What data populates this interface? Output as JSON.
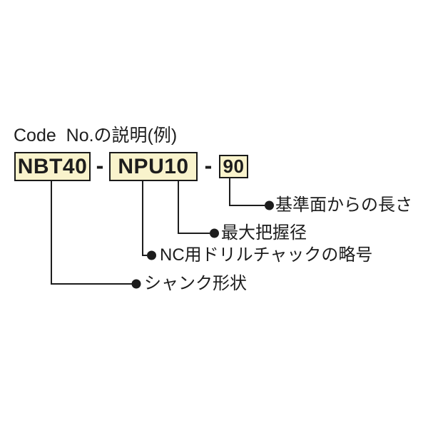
{
  "title": "Code  No.の説明(例)",
  "code": {
    "separator": "-",
    "segments": [
      {
        "name": "shank-code",
        "text": "NBT40"
      },
      {
        "name": "chuck-code",
        "text": "NPU10"
      },
      {
        "name": "length-code",
        "text": "90"
      }
    ]
  },
  "callouts": [
    {
      "label": "基準面からの長さ"
    },
    {
      "label": "最大把握径"
    },
    {
      "label": "NC用ドリルチャックの略号"
    },
    {
      "label": "シャンク形状"
    }
  ],
  "icons": {
    "bullet": "●"
  },
  "colors": {
    "box_fill": "#f9f3cc",
    "box_border": "#1a1a1a",
    "line": "#1d1d1d",
    "text": "#1d1d1d",
    "background": "#ffffff"
  }
}
